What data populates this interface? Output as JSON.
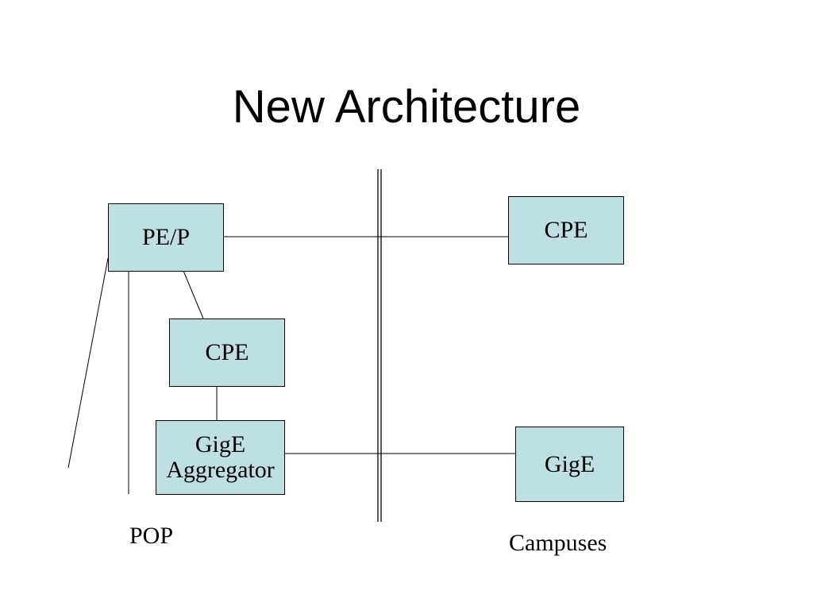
{
  "slide": {
    "title": "New Architecture"
  },
  "nodes": {
    "pe_p": "PE/P",
    "cpe_pop": "CPE",
    "gige_aggregator_line1": "GigE",
    "gige_aggregator_line2": "Aggregator",
    "cpe_campus": "CPE",
    "gige_campus": "GigE"
  },
  "zones": {
    "pop": "POP",
    "campuses": "Campuses"
  },
  "colors": {
    "box_fill": "#bfe0e3",
    "line": "#000000"
  }
}
